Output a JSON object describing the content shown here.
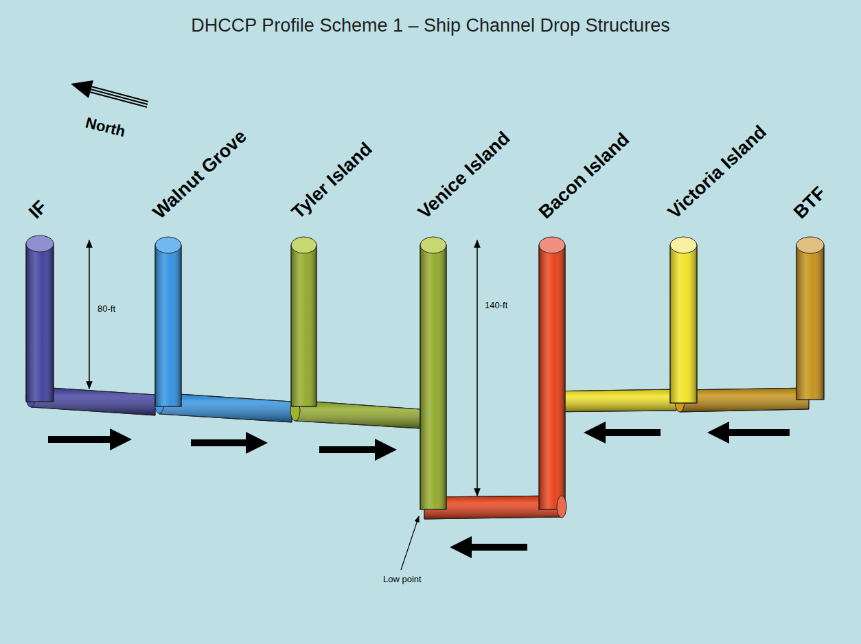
{
  "diagram": {
    "title": "DHCCP Profile Scheme 1 – Ship Channel Drop Structures",
    "labels": [
      "North",
      "IF",
      "Walnut Grove",
      "Tyler Island",
      "Venice Island",
      "Bacon Island",
      "Victoria Island",
      "BTF",
      "80-ft",
      "140-ft",
      "Low point"
    ]
  }
}
